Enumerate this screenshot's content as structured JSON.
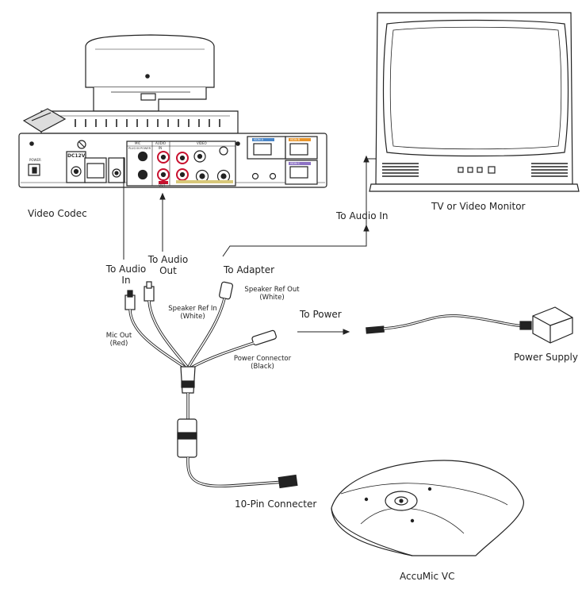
{
  "devices": {
    "codec": "Video Codec",
    "monitor": "TV or Video Monitor",
    "power_supply": "Power Supply",
    "mic": "AccuMic VC"
  },
  "connections": {
    "to_audio_in_codec": "To Audio In",
    "to_audio_out": "To Audio Out",
    "to_adapter": "To Adapter",
    "to_audio_in_tv": "To Audio In",
    "to_power": "To Power",
    "ten_pin": "10-Pin Connecter"
  },
  "plugs": {
    "mic_out": "Mic Out",
    "mic_out_color": "(Red)",
    "spk_ref_in": "Speaker Ref In",
    "spk_ref_in_color": "(White)",
    "spk_ref_out": "Speaker Ref Out",
    "spk_ref_out_color": "(White)",
    "power_conn": "Power Connector",
    "power_conn_color": "(Black)"
  },
  "codec_panel": {
    "power": "POWER",
    "dc": "DC12V",
    "mic": "MIC",
    "audio": "AUDIO",
    "video": "VIDEO",
    "plug_in_power": "PLUG IN POWER",
    "in": "IN",
    "out": "OUT",
    "isdn_a": "ISDN A",
    "isdn_b": "ISDN B",
    "isdn_c": "ISDN C"
  },
  "colors": {
    "rca_red": "#c8102e",
    "isdn_a": "#4a86c8",
    "isdn_b": "#e8952b",
    "isdn_c": "#8d72c4",
    "video_band": "#d8c87a"
  }
}
